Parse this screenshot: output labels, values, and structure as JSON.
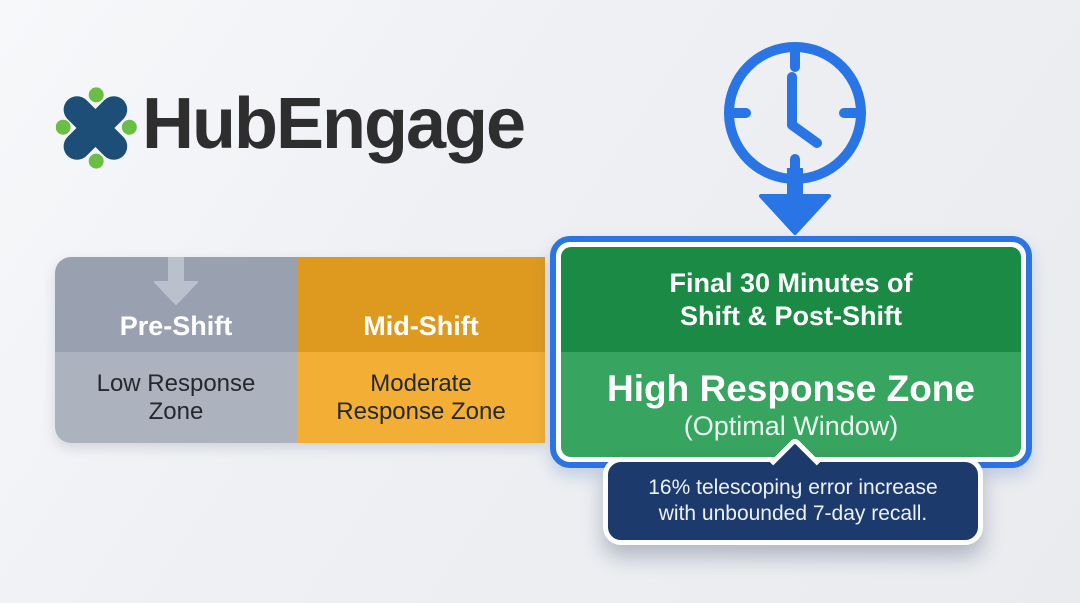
{
  "brand": {
    "name": "HubEngage",
    "logo_icon": "hubengage-cross-icon",
    "colors": {
      "icon_blue": "#1d4e77",
      "icon_green": "#6abe43",
      "text": "#2e2e2e"
    }
  },
  "header_graphic": {
    "clock_icon": "clock-icon",
    "arrow_icon": "arrow-down-icon",
    "color": "#2a75e6"
  },
  "timeline": {
    "segments": [
      {
        "label": "Pre-Shift",
        "zone_label": "Low Response Zone",
        "arrow_icon": "arrow-down-icon",
        "color_top": "#99a1b0",
        "color_bottom": "#adb3be"
      },
      {
        "label": "Mid-Shift",
        "zone_label": "Moderate Response Zone",
        "color_top": "#dd9a1f",
        "color_bottom": "#f2ae35"
      },
      {
        "heading_line1": "Final 30 Minutes of",
        "heading_line2": "Shift & Post-Shift",
        "zone_label": "High Response Zone",
        "zone_sublabel": "(Optimal Window)",
        "color_top": "#1b8a45",
        "color_bottom": "#37a45f",
        "border_color": "#2d74e3"
      }
    ]
  },
  "callout": {
    "line1": "16% telescoping error increase",
    "line2": "with unbounded 7-day recall.",
    "background": "#1d3a6d",
    "text_color": "#edf1f8"
  }
}
